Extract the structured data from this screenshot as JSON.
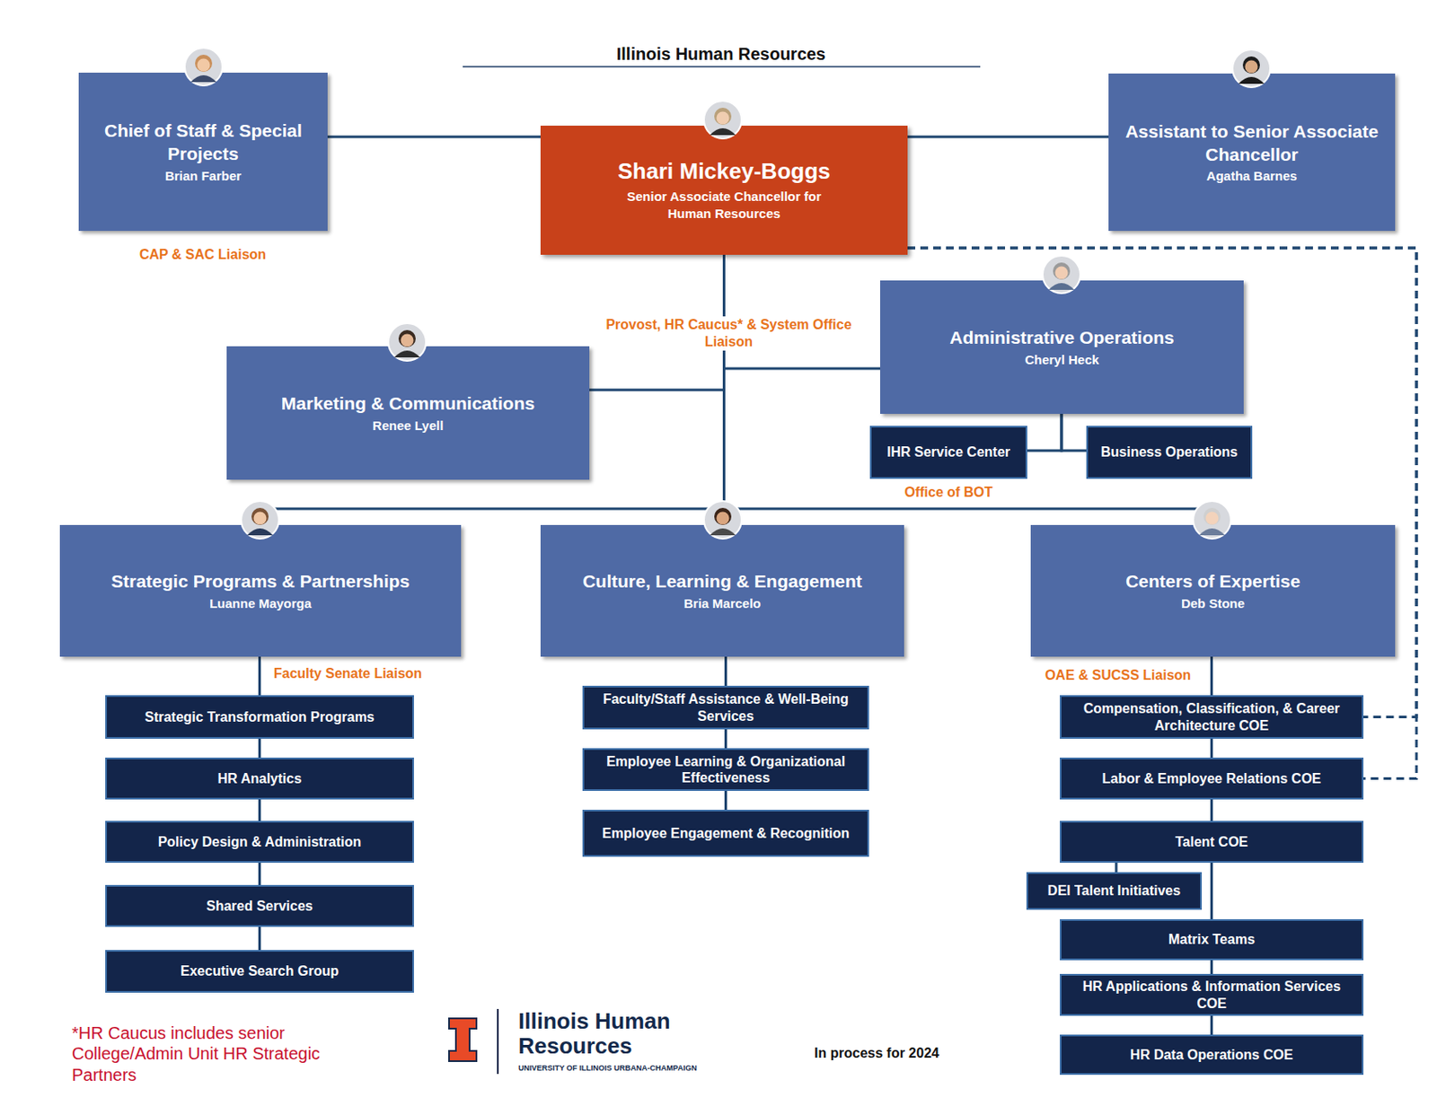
{
  "diagram": {
    "title": "Illinois Human Resources",
    "nodes": [
      {
        "text": [
          "Chief of Staff & Special Projects",
          "Brian Farber"
        ]
      },
      {
        "text": [
          "Shari Mickey-Boggs",
          "Senior Associate Chancellor for Human Resources"
        ]
      },
      {
        "text": [
          "Assistant to Senior Associate Chancellor",
          "Agatha Barnes"
        ]
      },
      {
        "text": [
          "Administrative Operations",
          "Cheryl Heck"
        ]
      },
      {
        "text": [
          "Marketing & Communications",
          "Renee Lyell"
        ]
      },
      {
        "text": [
          "IHR Service Center"
        ]
      },
      {
        "text": [
          "Business Operations"
        ]
      },
      {
        "text": [
          "Strategic Programs & Partnerships",
          "Luanne Mayorga"
        ]
      },
      {
        "text": [
          "Culture, Learning & Engagement",
          "Bria Marcelo"
        ]
      },
      {
        "text": [
          "Centers of Expertise",
          "Deb Stone"
        ]
      },
      {
        "text": [
          "Strategic Transformation Programs"
        ]
      },
      {
        "text": [
          "HR Analytics"
        ]
      },
      {
        "text": [
          "Policy Design & Administration"
        ]
      },
      {
        "text": [
          "Shared Services"
        ]
      },
      {
        "text": [
          "Executive Search Group"
        ]
      },
      {
        "text": [
          "Faculty/Staff Assistance & Well-Being Services"
        ]
      },
      {
        "text": [
          "Employee Learning & Organizational Effectiveness"
        ]
      },
      {
        "text": [
          "Employee Engagement & Recognition"
        ]
      },
      {
        "text": [
          "Compensation, Classification, & Career Architecture COE"
        ]
      },
      {
        "text": [
          "Labor & Employee Relations COE"
        ]
      },
      {
        "text": [
          "Talent COE"
        ]
      },
      {
        "text": [
          "DEI Talent Initiatives"
        ]
      },
      {
        "text": [
          "Matrix Teams"
        ]
      },
      {
        "text": [
          "HR Applications & Information Services COE"
        ]
      },
      {
        "text": [
          "HR Data Operations COE"
        ]
      }
    ],
    "edges": [
      {
        "from": 1,
        "to": 0,
        "arrow": "none"
      },
      {
        "from": 1,
        "to": 2,
        "arrow": "none"
      },
      {
        "from": 1,
        "to": 4,
        "arrow": "none"
      },
      {
        "from": 1,
        "to": 3,
        "arrow": "none"
      },
      {
        "from": 1,
        "to": 7,
        "arrow": "none"
      },
      {
        "from": 1,
        "to": 8,
        "arrow": "none"
      },
      {
        "from": 1,
        "to": 9,
        "arrow": "none"
      },
      {
        "from": 3,
        "to": 5,
        "arrow": "none"
      },
      {
        "from": 3,
        "to": 6,
        "arrow": "none"
      },
      {
        "from": 1,
        "to": 18,
        "arrow": "none"
      },
      {
        "from": 1,
        "to": 19,
        "arrow": "none"
      },
      {
        "from": 7,
        "to": 10,
        "arrow": "none"
      },
      {
        "from": 10,
        "to": 11,
        "arrow": "none"
      },
      {
        "from": 11,
        "to": 12,
        "arrow": "none"
      },
      {
        "from": 12,
        "to": 13,
        "arrow": "none"
      },
      {
        "from": 13,
        "to": 14,
        "arrow": "none"
      },
      {
        "from": 8,
        "to": 15,
        "arrow": "none"
      },
      {
        "from": 15,
        "to": 16,
        "arrow": "none"
      },
      {
        "from": 16,
        "to": 17,
        "arrow": "none"
      },
      {
        "from": 9,
        "to": 18,
        "arrow": "none"
      },
      {
        "from": 18,
        "to": 19,
        "arrow": "none"
      },
      {
        "from": 19,
        "to": 20,
        "arrow": "none"
      },
      {
        "from": 20,
        "to": 21,
        "arrow": "none"
      },
      {
        "from": 20,
        "to": 22,
        "arrow": "none"
      },
      {
        "from": 22,
        "to": 23,
        "arrow": "none"
      },
      {
        "from": 23,
        "to": 24,
        "arrow": "none"
      }
    ],
    "labels": [
      "CAP & SAC Liaison",
      "Provost, HR Caucus* & System Office Liaison",
      "Office of BOT",
      "Faculty Senate Liaison",
      "OAE & SUCSS Liaison",
      "*HR Caucus includes senior College/Admin Unit HR Strategic Partners",
      "Illinois Human Resources",
      "UNIVERSITY OF ILLINOIS URBANA-CHAMPAIGN",
      "In process for 2024"
    ]
  }
}
